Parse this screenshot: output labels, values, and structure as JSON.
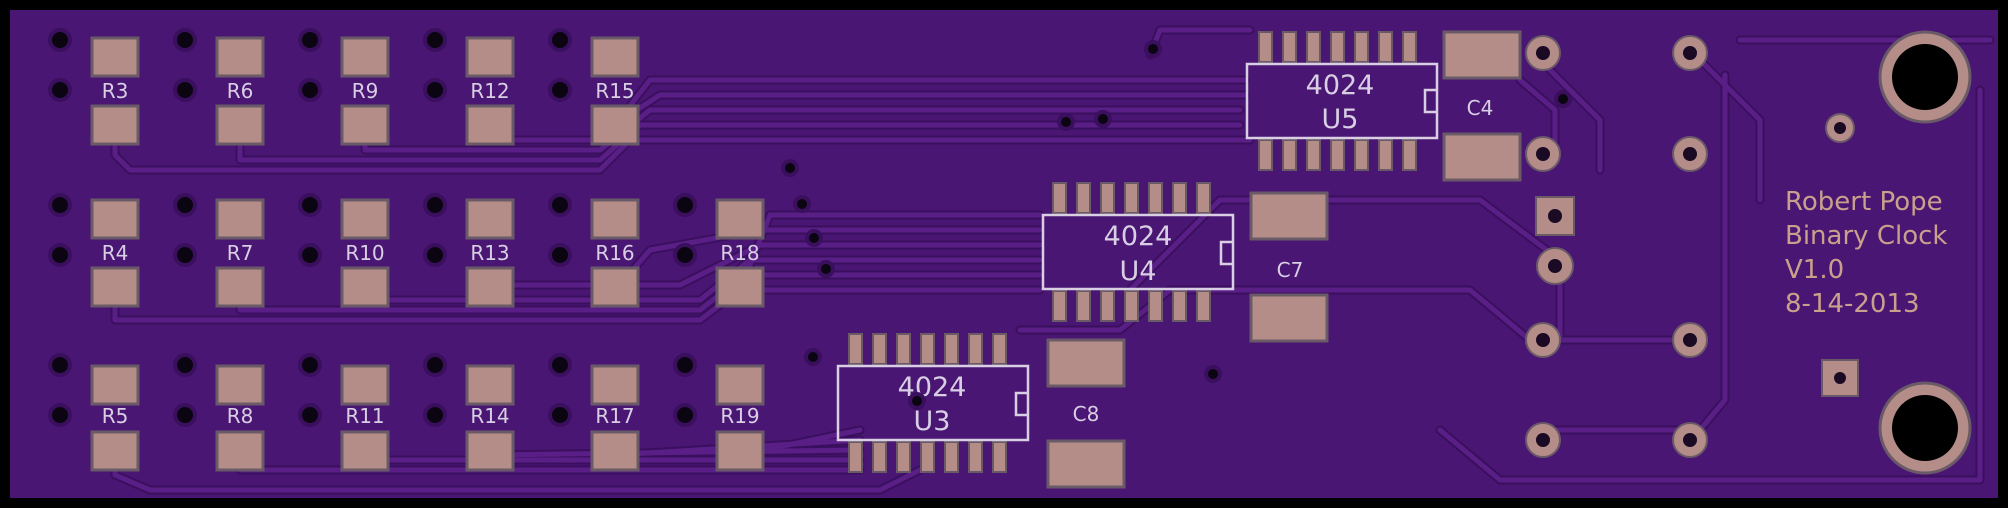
{
  "board": {
    "colors": {
      "outline": "#000000",
      "substrate": "#4a1673",
      "trace": "#5a1f86",
      "trace_edge": "#3a0f5e",
      "pad": "#b48d88",
      "pad_edge": "#6a5a68",
      "via": "#0a0510",
      "silk": "#d8cfe4",
      "credit": "#c9a08c"
    },
    "resistors": [
      "R3",
      "R6",
      "R9",
      "R12",
      "R15",
      "R4",
      "R7",
      "R10",
      "R13",
      "R16",
      "R18",
      "R5",
      "R8",
      "R11",
      "R14",
      "R17",
      "R19"
    ],
    "chips": [
      {
        "part": "4024",
        "ref": "U5"
      },
      {
        "part": "4024",
        "ref": "U4"
      },
      {
        "part": "4024",
        "ref": "U3"
      }
    ],
    "capacitors": [
      "C4",
      "C7",
      "C8"
    ],
    "credit": {
      "line1": "Robert Pope",
      "line2": "Binary Clock",
      "line3": "V1.0",
      "line4": "8-14-2013"
    }
  }
}
